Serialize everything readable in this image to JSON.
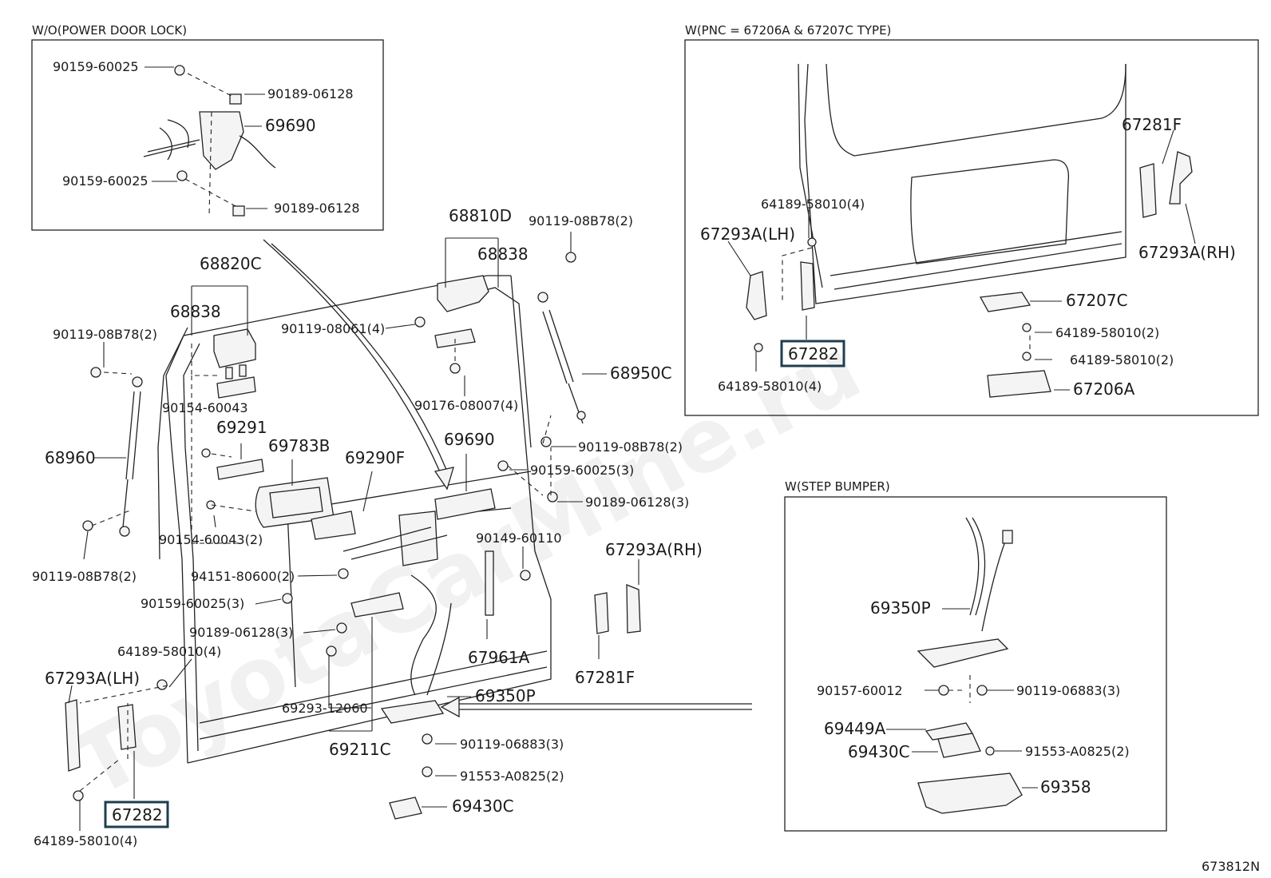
{
  "watermark": "ToyotaCarMine.ru",
  "diagram_code": "673812N",
  "insets": {
    "power_door_lock": {
      "caption": "W/O(POWER DOOR LOCK)",
      "labels": [
        "90159-60025",
        "90189-06128",
        "69690",
        "90159-60025",
        "90189-06128"
      ]
    },
    "pnc": {
      "caption": "W(PNC = 67206A & 67207C TYPE)",
      "labels": [
        "67281F",
        "64189-58010(4)",
        "67293A(LH)",
        "67293A(RH)",
        "67207C",
        "64189-58010(2)",
        "64189-58010(2)",
        "67282",
        "67206A",
        "64189-58010(4)"
      ]
    },
    "step_bumper": {
      "caption": "W(STEP BUMPER)",
      "labels": [
        "69350P",
        "90157-60012",
        "90119-06883(3)",
        "69449A",
        "69430C",
        "91553-A0825(2)",
        "69358"
      ]
    }
  },
  "main": {
    "labels": [
      "68810D",
      "90119-08B78(2)",
      "68838",
      "68820C",
      "90119-08061(4)",
      "68838",
      "90119-08B78(2)",
      "68950C",
      "90154-60043",
      "90176-08007(4)",
      "69291",
      "69783B",
      "69290F",
      "69690",
      "90119-08B78(2)",
      "68960",
      "90159-60025(3)",
      "90189-06128(3)",
      "90154-60043(2)",
      "90149-60110",
      "67293A(RH)",
      "90119-08B78(2)",
      "94151-80600(2)",
      "90159-60025(3)",
      "90189-06128(3)",
      "64189-58010(4)",
      "67961A",
      "67281F",
      "67293A(LH)",
      "69350P",
      "69293-12060",
      "69211C",
      "90119-06883(3)",
      "91553-A0825(2)",
      "67282",
      "69430C",
      "64189-58010(4)"
    ]
  }
}
